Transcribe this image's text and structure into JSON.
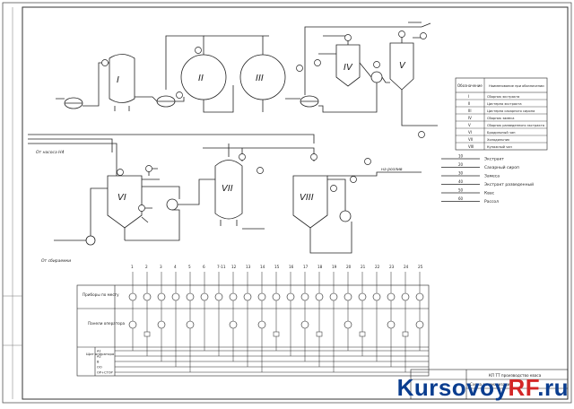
{
  "vessels": [
    "I",
    "II",
    "III",
    "IV",
    "V",
    "VI",
    "VII",
    "VIII"
  ],
  "stream_labels": {
    "from_pump": "От насоса Н4",
    "to_filling": "на розлив",
    "from_dosing": "От сбираемки"
  },
  "legend": {
    "header_col1": "Обозначение",
    "header_col2": "Наименование при обозначении",
    "rows": [
      {
        "code": "I",
        "name": "Сборник экстракта"
      },
      {
        "code": "II",
        "name": "Цистерна экстракта"
      },
      {
        "code": "III",
        "name": "Цистерна сахарного сиропа"
      },
      {
        "code": "IV",
        "name": "Сборник замеса"
      },
      {
        "code": "V",
        "name": "Сборник разведенного экстракта"
      },
      {
        "code": "VI",
        "name": "Бродильный чан"
      },
      {
        "code": "VII",
        "name": "Холодильник"
      },
      {
        "code": "VIII",
        "name": "Купажный чан"
      }
    ]
  },
  "line_legend": [
    {
      "code": "10",
      "name": "Экстракт"
    },
    {
      "code": "20",
      "name": "Сахарный сироп"
    },
    {
      "code": "30",
      "name": "Замеса"
    },
    {
      "code": "40",
      "name": "Экстракт разведенный"
    },
    {
      "code": "50",
      "name": "Квас"
    },
    {
      "code": "60",
      "name": "Рассол"
    }
  ],
  "instrument_numbers": [
    "1",
    "2",
    "3",
    "4",
    "5",
    "6",
    "7-11",
    "12",
    "13",
    "14",
    "15",
    "16",
    "17",
    "18",
    "19",
    "20",
    "21",
    "22",
    "23",
    "24",
    "25"
  ],
  "control_rows": {
    "local": "Приборы по месту",
    "panel": "Панели оператора",
    "bus": "Щит оператора"
  },
  "bus_lines": [
    "А1",
    "А2",
    "В",
    "ОО",
    "ОР+СТОР"
  ],
  "stamp": {
    "code": "КП ТТ производство кваса",
    "subtitle": "Схема автоматизации"
  },
  "watermark": {
    "main": "Kursovoy",
    "accent": "RF",
    ".ru": ".ru"
  }
}
